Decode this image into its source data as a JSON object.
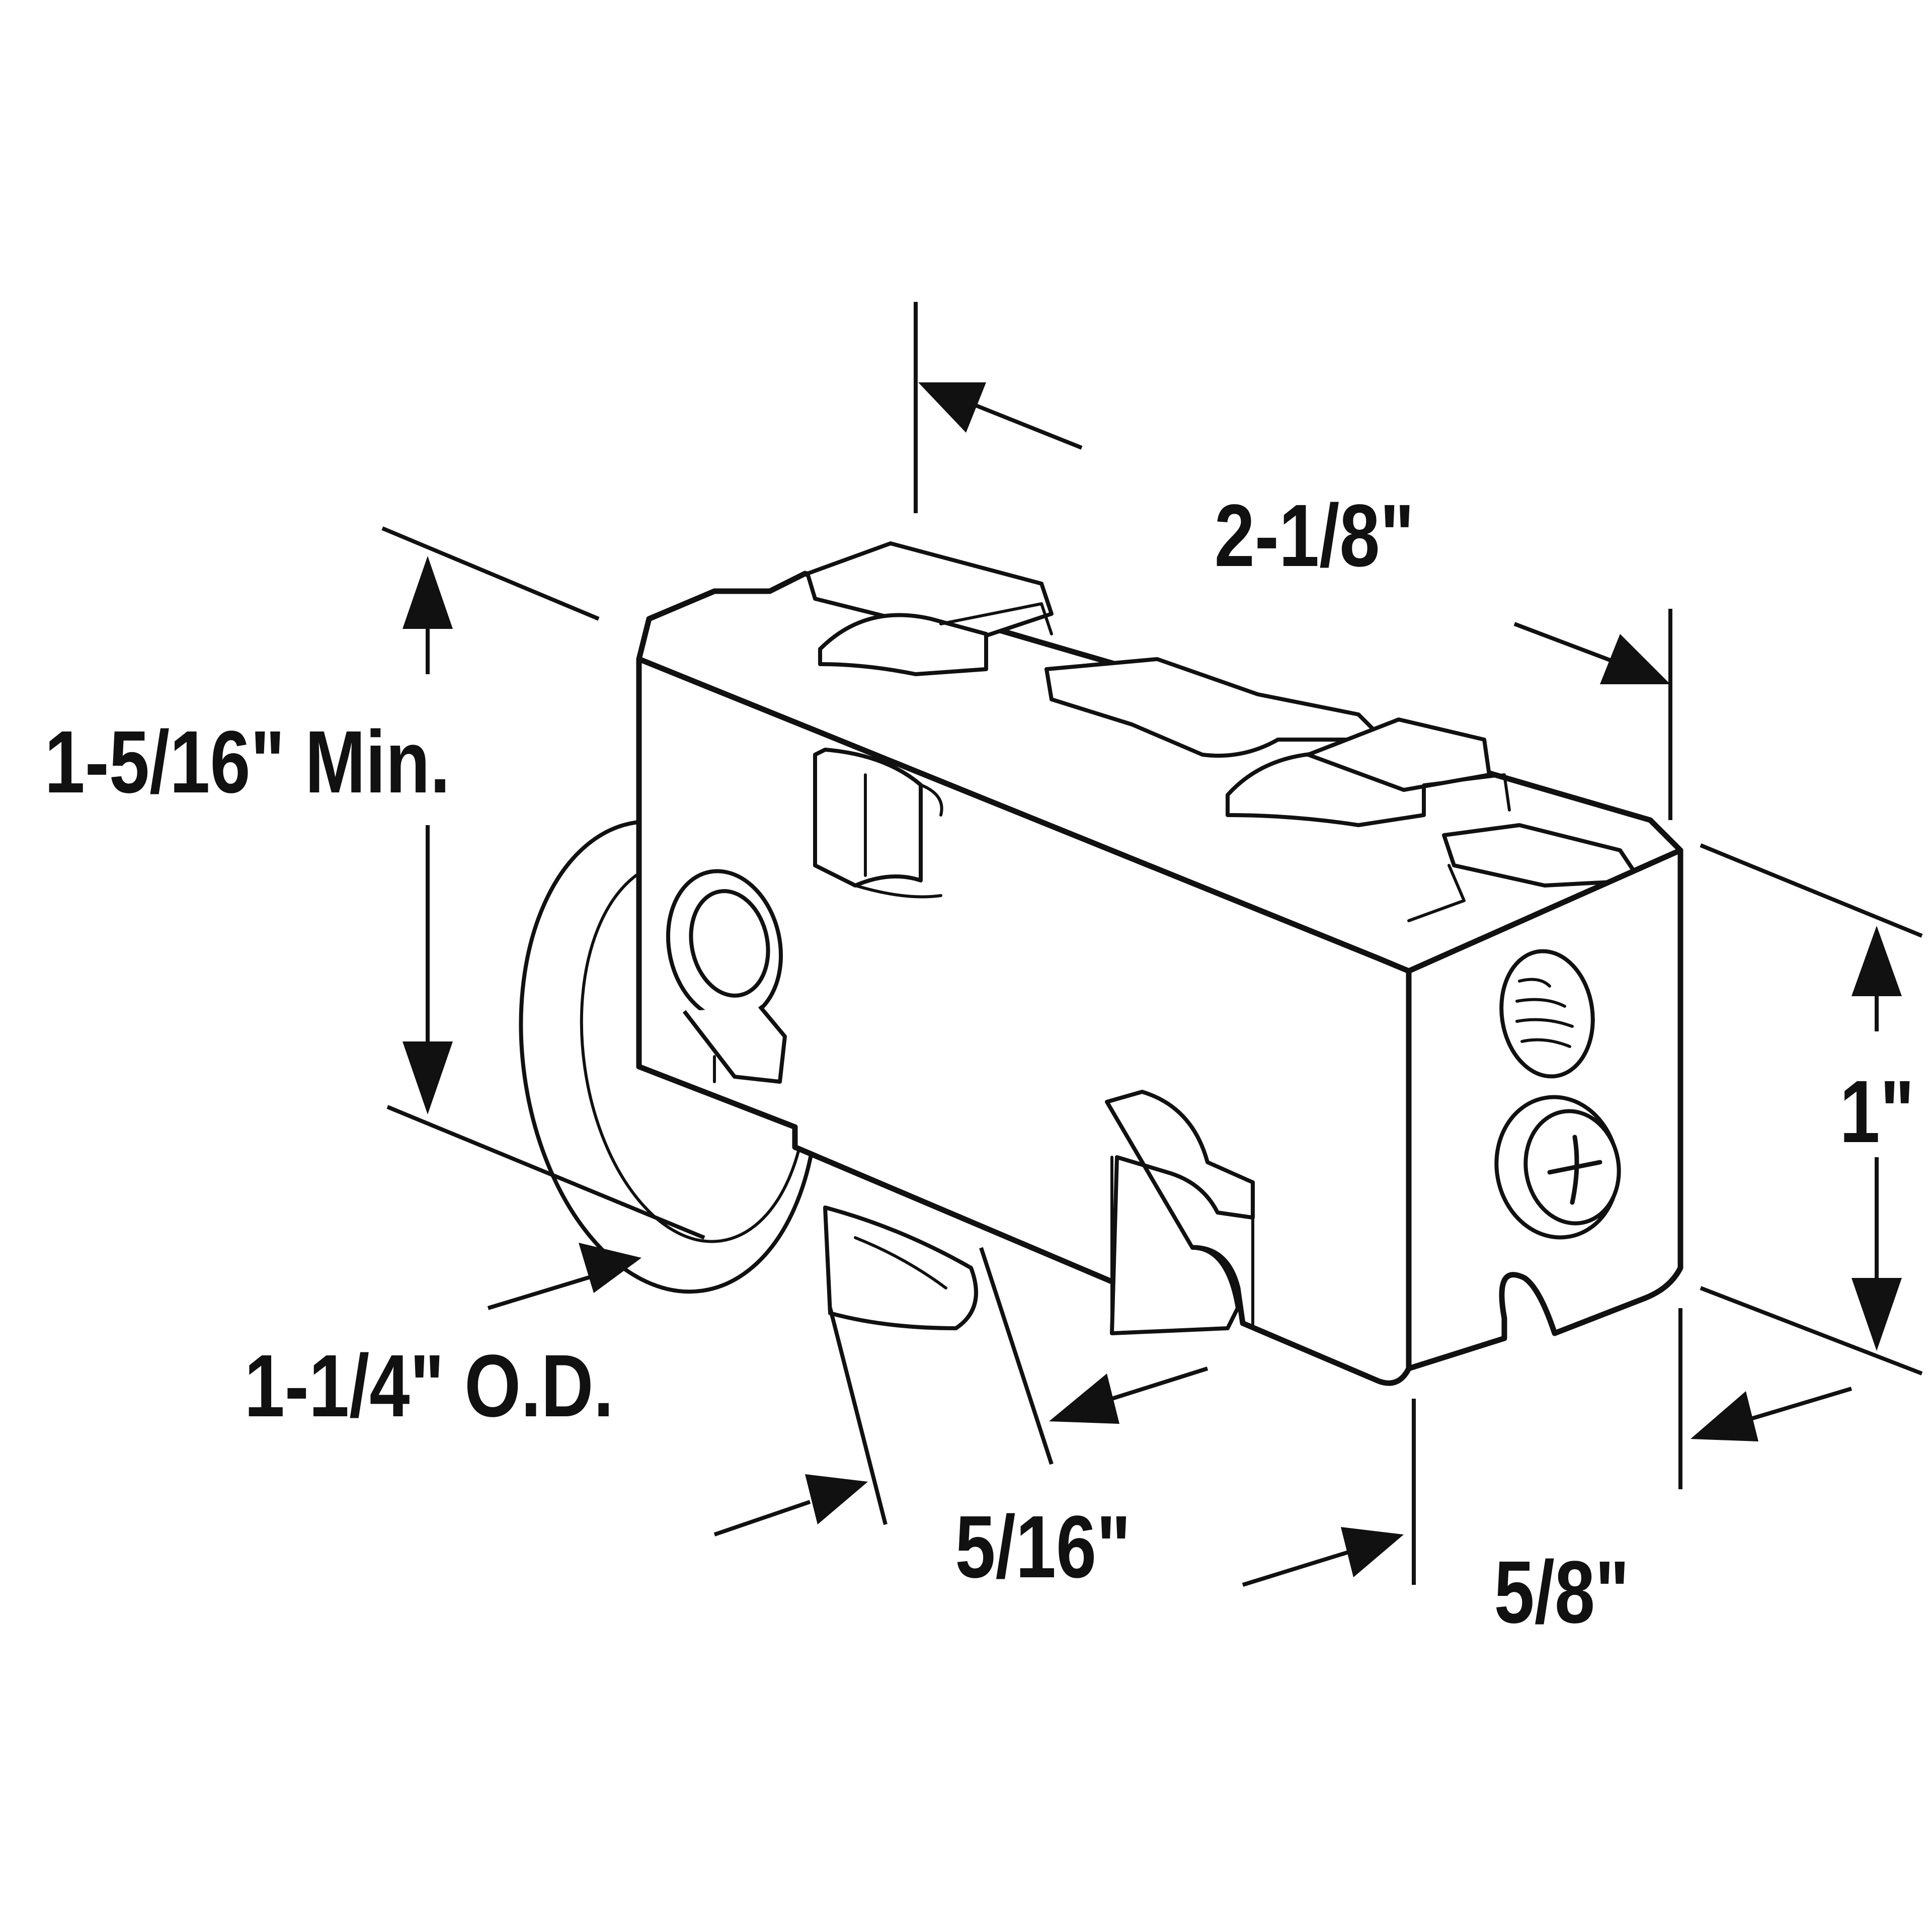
{
  "dimensions": {
    "length": "2-1/8\"",
    "height_min": "1-5/16\" Min.",
    "wheel_diameter": "1-1/4\" O.D.",
    "wheel_width": "5/16\"",
    "housing_width": "5/8\"",
    "housing_height": "1\""
  },
  "colors": {
    "line": "#111111",
    "background": "#ffffff"
  }
}
